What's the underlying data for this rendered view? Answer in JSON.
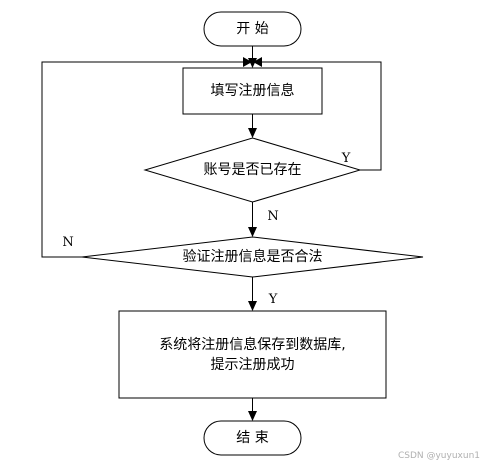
{
  "nodes": {
    "start": "开 始",
    "fill_info": "填写注册信息",
    "account_exists": "账号是否已存在",
    "validate": "验证注册信息是否合法",
    "save_line1": "系统将注册信息保存到数据库,",
    "save_line2": "提示注册成功",
    "end": "结 束"
  },
  "edges": {
    "exists_yes": "Y",
    "exists_no": "N",
    "valid_no": "N",
    "valid_yes": "Y"
  },
  "watermark": "CSDN @yuyuxun1"
}
